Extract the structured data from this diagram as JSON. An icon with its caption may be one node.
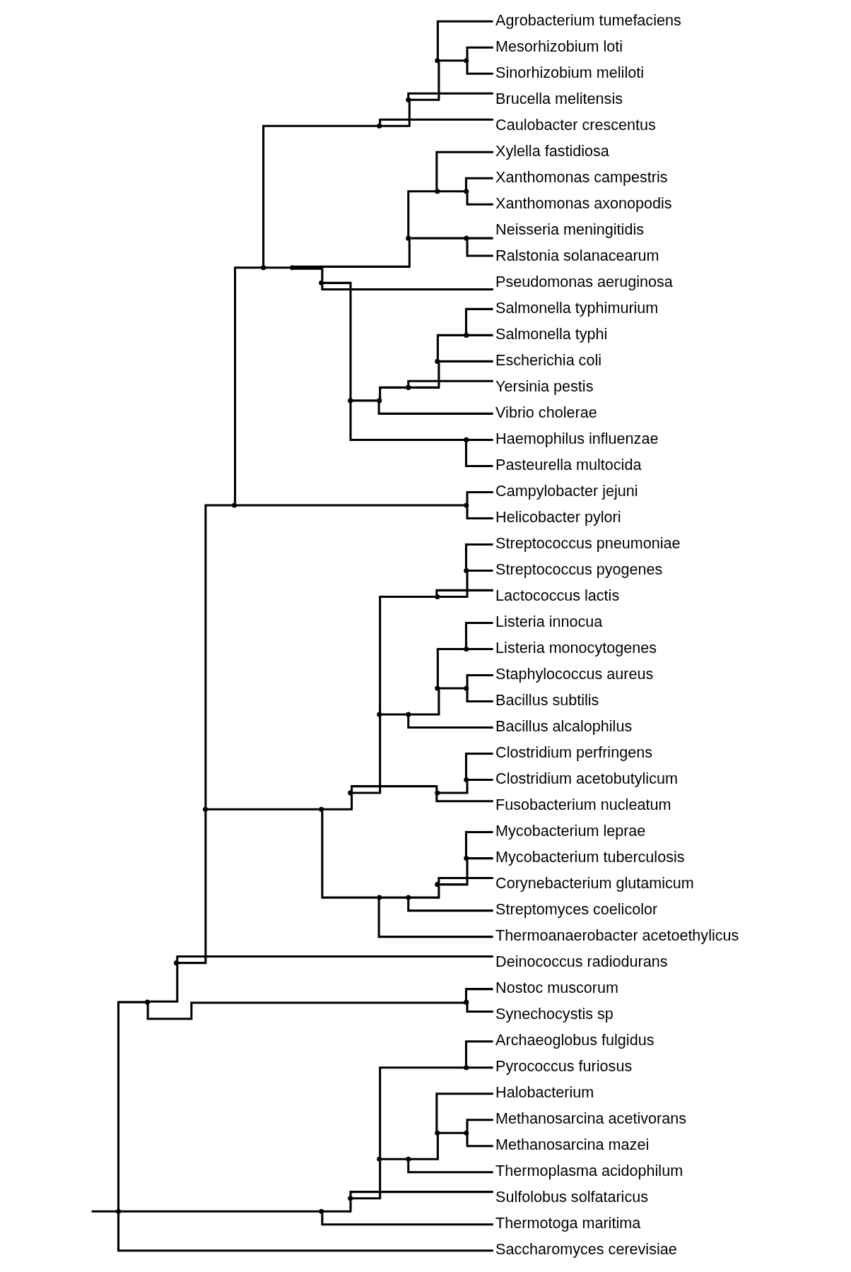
{
  "diagram": {
    "nodes": [
      {
        "text": [
          "Agrobacterium tumefaciens"
        ]
      },
      {
        "text": [
          "Mesorhizobium loti"
        ]
      },
      {
        "text": [
          "Sinorhizobium meliloti"
        ]
      },
      {
        "text": [
          "Brucella melitensis"
        ]
      },
      {
        "text": [
          "Caulobacter crescentus"
        ]
      },
      {
        "text": [
          "Xylella fastidiosa"
        ]
      },
      {
        "text": [
          "Xanthomonas campestris"
        ]
      },
      {
        "text": [
          "Xanthomonas axonopodis"
        ]
      },
      {
        "text": [
          "Neisseria meningitidis"
        ]
      },
      {
        "text": [
          "Ralstonia solanacearum"
        ]
      },
      {
        "text": [
          "Pseudomonas aeruginosa"
        ]
      },
      {
        "text": [
          "Salmonella typhimurium"
        ]
      },
      {
        "text": [
          "Salmonella typhi"
        ]
      },
      {
        "text": [
          "Escherichia coli"
        ]
      },
      {
        "text": [
          "Yersinia pestis"
        ]
      },
      {
        "text": [
          "Vibrio cholerae"
        ]
      },
      {
        "text": [
          "Haemophilus influenzae"
        ]
      },
      {
        "text": [
          "Pasteurella multocida"
        ]
      },
      {
        "text": [
          "Campylobacter jejuni"
        ]
      },
      {
        "text": [
          "Helicobacter pylori"
        ]
      },
      {
        "text": [
          "Streptococcus pneumoniae"
        ]
      },
      {
        "text": [
          "Streptococcus pyogenes"
        ]
      },
      {
        "text": [
          "Lactococcus lactis"
        ]
      },
      {
        "text": [
          "Listeria innocua"
        ]
      },
      {
        "text": [
          "Listeria monocytogenes"
        ]
      },
      {
        "text": [
          "Staphylococcus aureus"
        ]
      },
      {
        "text": [
          "Bacillus subtilis"
        ]
      },
      {
        "text": [
          "Bacillus alcalophilus"
        ]
      },
      {
        "text": [
          "Clostridium perfringens"
        ]
      },
      {
        "text": [
          "Clostridium acetobutylicum"
        ]
      },
      {
        "text": [
          "Fusobacterium nucleatum"
        ]
      },
      {
        "text": [
          "Mycobacterium leprae"
        ]
      },
      {
        "text": [
          "Mycobacterium tuberculosis"
        ]
      },
      {
        "text": [
          "Corynebacterium glutamicum"
        ]
      },
      {
        "text": [
          "Streptomyces coelicolor"
        ]
      },
      {
        "text": [
          "Thermoanaerobacter acetoethylicus"
        ]
      },
      {
        "text": [
          "Deinococcus radiodurans"
        ]
      },
      {
        "text": [
          "Nostoc muscorum"
        ]
      },
      {
        "text": [
          "Synechocystis sp"
        ]
      },
      {
        "text": [
          "Archaeoglobus fulgidus"
        ]
      },
      {
        "text": [
          "Pyrococcus furiosus"
        ]
      },
      {
        "text": [
          "Halobacterium"
        ]
      },
      {
        "text": [
          "Methanosarcina acetivorans"
        ]
      },
      {
        "text": [
          "Methanosarcina mazei"
        ]
      },
      {
        "text": [
          "Thermoplasma acidophilum"
        ]
      },
      {
        "text": [
          "Sulfolobus solfataricus"
        ]
      },
      {
        "text": [
          "Thermotoga maritima"
        ]
      },
      {
        "text": [
          "Saccharomyces cerevisiae"
        ]
      },
      {
        "text": [],
        "shape": "point"
      },
      {
        "text": [],
        "shape": "point"
      },
      {
        "text": [],
        "shape": "point"
      },
      {
        "text": [],
        "shape": "point"
      },
      {
        "text": [],
        "shape": "point"
      },
      {
        "text": [],
        "shape": "point"
      },
      {
        "text": [],
        "shape": "point"
      },
      {
        "text": [],
        "shape": "point"
      },
      {
        "text": [],
        "shape": "point"
      },
      {
        "text": [],
        "shape": "point"
      },
      {
        "text": [],
        "shape": "point"
      },
      {
        "text": [],
        "shape": "point"
      },
      {
        "text": [],
        "shape": "point"
      },
      {
        "text": [],
        "shape": "point"
      },
      {
        "text": [],
        "shape": "point"
      },
      {
        "text": [],
        "shape": "point"
      },
      {
        "text": [],
        "shape": "point"
      },
      {
        "text": [],
        "shape": "point"
      },
      {
        "text": [],
        "shape": "point"
      },
      {
        "text": [],
        "shape": "point"
      },
      {
        "text": [],
        "shape": "point"
      },
      {
        "text": [],
        "shape": "point"
      },
      {
        "text": [],
        "shape": "point"
      },
      {
        "text": [],
        "shape": "point"
      },
      {
        "text": [],
        "shape": "point"
      },
      {
        "text": [],
        "shape": "point"
      },
      {
        "text": [],
        "shape": "point"
      },
      {
        "text": [],
        "shape": "point"
      },
      {
        "text": [],
        "shape": "point"
      },
      {
        "text": [],
        "shape": "point"
      },
      {
        "text": [],
        "shape": "point"
      },
      {
        "text": [],
        "shape": "point"
      },
      {
        "text": [],
        "shape": "point"
      },
      {
        "text": [],
        "shape": "point"
      },
      {
        "text": [],
        "shape": "point"
      },
      {
        "text": [],
        "shape": "point"
      },
      {
        "text": [],
        "shape": "point"
      },
      {
        "text": [],
        "shape": "point"
      },
      {
        "text": [],
        "shape": "point"
      },
      {
        "text": [],
        "shape": "point"
      },
      {
        "text": [],
        "shape": "point"
      },
      {
        "text": [],
        "shape": "point"
      },
      {
        "text": [],
        "shape": "point"
      },
      {
        "text": [],
        "shape": "point"
      },
      {
        "text": [],
        "shape": "point"
      },
      {
        "text": [],
        "shape": "point"
      }
    ],
    "edges": [
      {
        "from": null,
        "to": 48,
        "arrow": "none"
      },
      {
        "from": 48,
        "to": 49,
        "arrow": "none"
      },
      {
        "from": 48,
        "to": 87,
        "arrow": "none"
      },
      {
        "from": 48,
        "to": 47,
        "arrow": "none"
      },
      {
        "from": 49,
        "to": 50,
        "arrow": "none"
      },
      {
        "from": 49,
        "to": 86,
        "arrow": "none"
      },
      {
        "from": 50,
        "to": 51,
        "arrow": "none"
      },
      {
        "from": 50,
        "to": 36,
        "arrow": "none"
      },
      {
        "from": 51,
        "to": 52,
        "arrow": "none"
      },
      {
        "from": 51,
        "to": 71,
        "arrow": "none"
      },
      {
        "from": 52,
        "to": 53,
        "arrow": "none"
      },
      {
        "from": 52,
        "to": 70,
        "arrow": "none"
      },
      {
        "from": 53,
        "to": 54,
        "arrow": "none"
      },
      {
        "from": 53,
        "to": 58,
        "arrow": "none"
      },
      {
        "from": 54,
        "to": 55,
        "arrow": "none"
      },
      {
        "from": 54,
        "to": 4,
        "arrow": "none"
      },
      {
        "from": 55,
        "to": 56,
        "arrow": "none"
      },
      {
        "from": 55,
        "to": 3,
        "arrow": "none"
      },
      {
        "from": 56,
        "to": 0,
        "arrow": "none"
      },
      {
        "from": 56,
        "to": 57,
        "arrow": "none"
      },
      {
        "from": 57,
        "to": 1,
        "arrow": "none"
      },
      {
        "from": 57,
        "to": 2,
        "arrow": "none"
      },
      {
        "from": 58,
        "to": 59,
        "arrow": "none"
      },
      {
        "from": 58,
        "to": 63,
        "arrow": "none"
      },
      {
        "from": 59,
        "to": 60,
        "arrow": "none"
      },
      {
        "from": 59,
        "to": 62,
        "arrow": "none"
      },
      {
        "from": 60,
        "to": 5,
        "arrow": "none"
      },
      {
        "from": 60,
        "to": 61,
        "arrow": "none"
      },
      {
        "from": 61,
        "to": 6,
        "arrow": "none"
      },
      {
        "from": 61,
        "to": 7,
        "arrow": "none"
      },
      {
        "from": 62,
        "to": 8,
        "arrow": "none"
      },
      {
        "from": 62,
        "to": 9,
        "arrow": "none"
      },
      {
        "from": 63,
        "to": 10,
        "arrow": "none"
      },
      {
        "from": 63,
        "to": 64,
        "arrow": "none"
      },
      {
        "from": 64,
        "to": 65,
        "arrow": "none"
      },
      {
        "from": 64,
        "to": 69,
        "arrow": "none"
      },
      {
        "from": 65,
        "to": 66,
        "arrow": "none"
      },
      {
        "from": 65,
        "to": 15,
        "arrow": "none"
      },
      {
        "from": 66,
        "to": 67,
        "arrow": "none"
      },
      {
        "from": 66,
        "to": 14,
        "arrow": "none"
      },
      {
        "from": 67,
        "to": 68,
        "arrow": "none"
      },
      {
        "from": 67,
        "to": 13,
        "arrow": "none"
      },
      {
        "from": 68,
        "to": 11,
        "arrow": "none"
      },
      {
        "from": 68,
        "to": 12,
        "arrow": "none"
      },
      {
        "from": 69,
        "to": 16,
        "arrow": "none"
      },
      {
        "from": 69,
        "to": 17,
        "arrow": "none"
      },
      {
        "from": 70,
        "to": 18,
        "arrow": "none"
      },
      {
        "from": 70,
        "to": 19,
        "arrow": "none"
      },
      {
        "from": 71,
        "to": 72,
        "arrow": "none"
      },
      {
        "from": 71,
        "to": 82,
        "arrow": "none"
      },
      {
        "from": 72,
        "to": 73,
        "arrow": "none"
      },
      {
        "from": 72,
        "to": 80,
        "arrow": "none"
      },
      {
        "from": 73,
        "to": 74,
        "arrow": "none"
      },
      {
        "from": 73,
        "to": 76,
        "arrow": "none"
      },
      {
        "from": 74,
        "to": 75,
        "arrow": "none"
      },
      {
        "from": 74,
        "to": 22,
        "arrow": "none"
      },
      {
        "from": 75,
        "to": 20,
        "arrow": "none"
      },
      {
        "from": 75,
        "to": 21,
        "arrow": "none"
      },
      {
        "from": 76,
        "to": 77,
        "arrow": "none"
      },
      {
        "from": 76,
        "to": 27,
        "arrow": "none"
      },
      {
        "from": 77,
        "to": 78,
        "arrow": "none"
      },
      {
        "from": 77,
        "to": 79,
        "arrow": "none"
      },
      {
        "from": 78,
        "to": 23,
        "arrow": "none"
      },
      {
        "from": 78,
        "to": 24,
        "arrow": "none"
      },
      {
        "from": 79,
        "to": 25,
        "arrow": "none"
      },
      {
        "from": 79,
        "to": 26,
        "arrow": "none"
      },
      {
        "from": 80,
        "to": 81,
        "arrow": "none"
      },
      {
        "from": 80,
        "to": 30,
        "arrow": "none"
      },
      {
        "from": 81,
        "to": 28,
        "arrow": "none"
      },
      {
        "from": 81,
        "to": 29,
        "arrow": "none"
      },
      {
        "from": 82,
        "to": 83,
        "arrow": "none"
      },
      {
        "from": 82,
        "to": 35,
        "arrow": "none"
      },
      {
        "from": 83,
        "to": 84,
        "arrow": "none"
      },
      {
        "from": 83,
        "to": 34,
        "arrow": "none"
      },
      {
        "from": 84,
        "to": 85,
        "arrow": "none"
      },
      {
        "from": 84,
        "to": 33,
        "arrow": "none"
      },
      {
        "from": 85,
        "to": 31,
        "arrow": "none"
      },
      {
        "from": 85,
        "to": 32,
        "arrow": "none"
      },
      {
        "from": 86,
        "to": 37,
        "arrow": "none"
      },
      {
        "from": 86,
        "to": 38,
        "arrow": "none"
      },
      {
        "from": 87,
        "to": 88,
        "arrow": "none"
      },
      {
        "from": 87,
        "to": 46,
        "arrow": "none"
      },
      {
        "from": 88,
        "to": 89,
        "arrow": "none"
      },
      {
        "from": 88,
        "to": 45,
        "arrow": "none"
      },
      {
        "from": 89,
        "to": 90,
        "arrow": "none"
      },
      {
        "from": 89,
        "to": 91,
        "arrow": "none"
      },
      {
        "from": 90,
        "to": 39,
        "arrow": "none"
      },
      {
        "from": 90,
        "to": 40,
        "arrow": "none"
      },
      {
        "from": 91,
        "to": 92,
        "arrow": "none"
      },
      {
        "from": 91,
        "to": 44,
        "arrow": "none"
      },
      {
        "from": 92,
        "to": 41,
        "arrow": "none"
      },
      {
        "from": 92,
        "to": 93,
        "arrow": "none"
      },
      {
        "from": 93,
        "to": 42,
        "arrow": "none"
      },
      {
        "from": 93,
        "to": 43,
        "arrow": "none"
      }
    ]
  }
}
